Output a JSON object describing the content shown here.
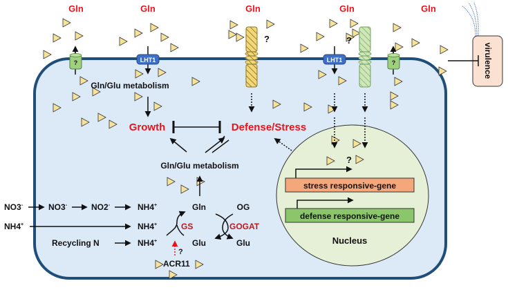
{
  "colors": {
    "cell_fill": "#dce9f7",
    "cell_stroke": "#1f4e79",
    "nucleus_fill": "#e6f0d6",
    "red_text": "#e8141b",
    "dark_red_text": "#c0181f",
    "gln_triangle": "#f7e29a",
    "lht1_fill": "#3f6fc4",
    "unknown_transporter_fill": "#9fd07f",
    "yellow_receptor": "#f3d777",
    "green_receptor": "#cfe6b8",
    "stress_gene_fill": "#f4a77a",
    "defense_gene_fill": "#8cc66b",
    "virulence_fill": "#fbe1d2"
  },
  "outside_labels": [
    "Gln",
    "Gln",
    "Gln",
    "Gln",
    "Gln"
  ],
  "transporters": {
    "unknown_left": "?",
    "lht1_left": "LHT1",
    "lht1_right": "LHT1",
    "unknown_right": "?"
  },
  "receptor_question_marks": [
    "?",
    "?"
  ],
  "cell": {
    "top_metabolism": "Gln/Glu metabolism",
    "growth": "Growth",
    "defense_stress": "Defense/Stress",
    "mid_metabolism": "Gln/Glu metabolism"
  },
  "assimilation": {
    "sources": {
      "nitrate_outside": "NO3",
      "nitrate_outside_sup": "-",
      "nitrate_inside": "NO3",
      "nitrate_inside_sup": "-",
      "nitrite": "NO2",
      "nitrite_sup": "-",
      "ammonium_outside": "NH4",
      "ammonium_outside_sup": "+",
      "recycling": "Recycling N"
    },
    "ammonium_products": [
      "NH4",
      "NH4",
      "NH4"
    ],
    "ammonium_sub": "4",
    "ammonium_sup": "+",
    "gln": "Gln",
    "glu_left": "Glu",
    "og": "OG",
    "glu_right": "Glu",
    "gs": "GS",
    "gogat": "GOGAT",
    "acr11": "ACR11",
    "acr11_question": "?"
  },
  "nucleus": {
    "label": "Nucleus",
    "question": "?",
    "stress_gene": "stress responsive-gene",
    "defense_gene": "defense responsive-gene"
  },
  "pathogen": {
    "label": "virulence"
  }
}
